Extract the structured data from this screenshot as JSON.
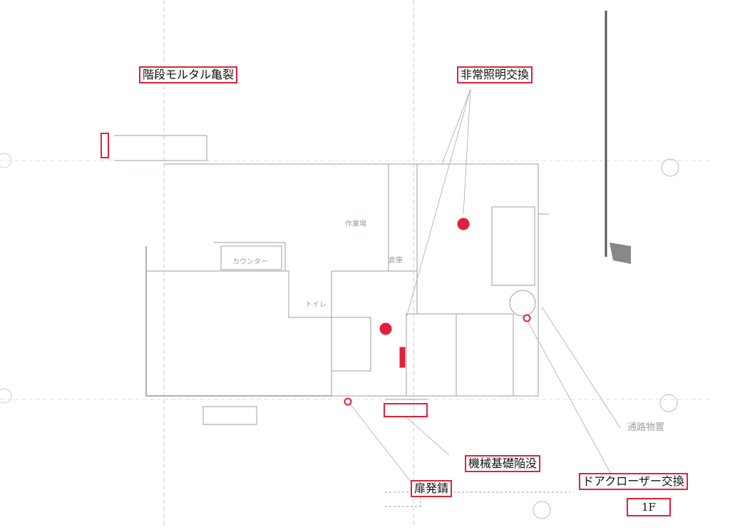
{
  "colors": {
    "annotation": "#e0203c",
    "plan_line": "#9a9ea4"
  },
  "floor_label": "1F",
  "annotations": [
    {
      "text": "階段モルタル亀裂"
    },
    {
      "text": "非常照明交換"
    },
    {
      "text": "機械基礎陥没"
    },
    {
      "text": "扉発錆"
    },
    {
      "text": "ドアクローザー交換"
    }
  ],
  "plan_labels": {
    "work_area": "作業場",
    "storage": "倉庫",
    "toilet": "トイレ",
    "counter": "カウンター",
    "passage_storage": "通路物置"
  }
}
